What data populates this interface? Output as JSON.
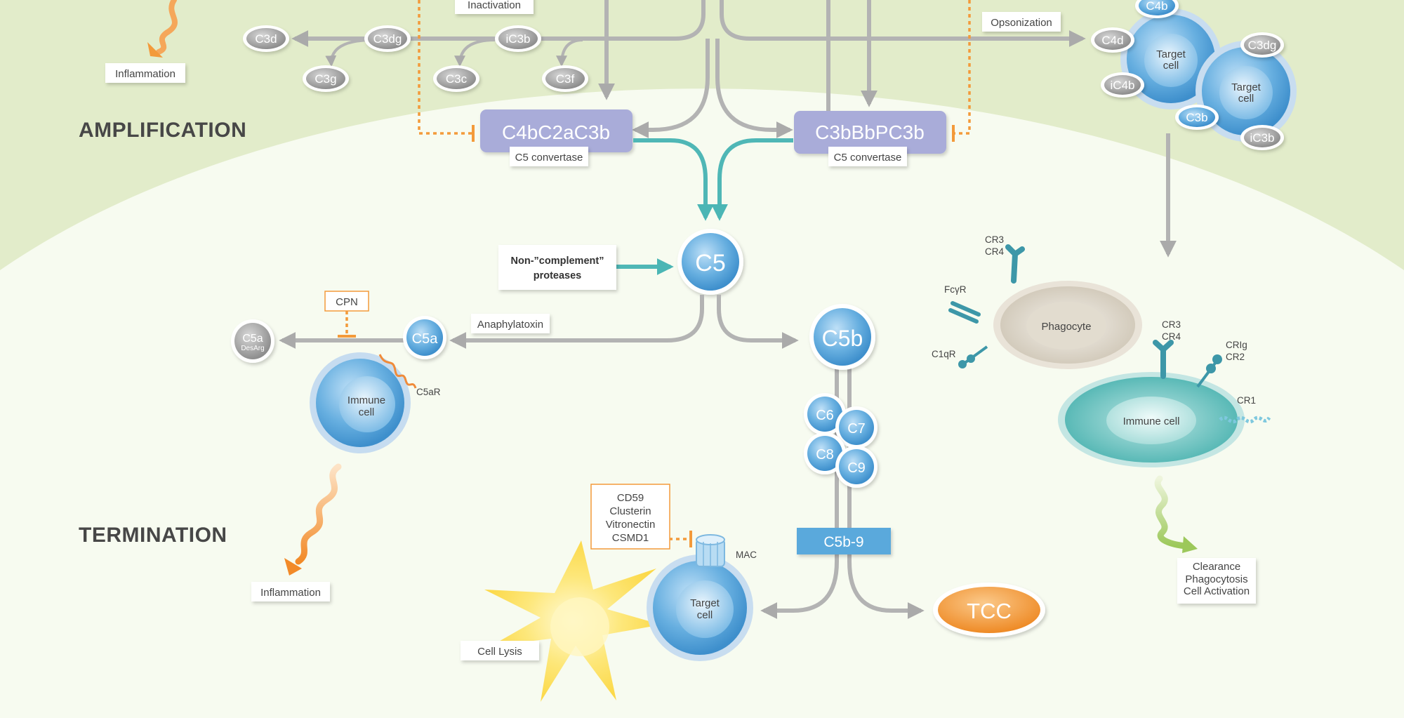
{
  "sections": {
    "amplification": "AMPLIFICATION",
    "termination": "TERMINATION"
  },
  "top": {
    "inactivation": "Inactivation",
    "opsonization": "Opsonization",
    "inflammation_top": "Inflammation",
    "fragments_row": [
      "C3d",
      "C3dg",
      "iC3b"
    ],
    "fragments_lower": [
      "C3g",
      "C3c",
      "C3f"
    ]
  },
  "convertases": {
    "classical": {
      "name": "C4bC2aC3b",
      "label": "C5 convertase"
    },
    "alternative": {
      "name": "C3bBbPC3b",
      "label": "C5 convertase"
    }
  },
  "c5": {
    "name": "C5",
    "proteases_line1": "Non-”complement”",
    "proteases_line2": "proteases"
  },
  "anaphylatoxin": {
    "label": "Anaphylatoxin",
    "c5a": "C5a",
    "c5a_desarg_top": "C5a",
    "c5a_desarg_bottom": "DesArg",
    "cpn": "CPN",
    "c5ar": "C5aR",
    "immune_cell": [
      "Immune",
      "cell"
    ],
    "inflammation": "Inflammation"
  },
  "mac": {
    "c5b": "C5b",
    "components": [
      "C6",
      "C7",
      "C8",
      "C9"
    ],
    "c5b9": "C5b-9",
    "regulators": [
      "CD59",
      "Clusterin",
      "Vitronectin",
      "CSMD1"
    ],
    "mac_label": "MAC",
    "target_cell": [
      "Target",
      "cell"
    ],
    "cell_lysis": "Cell Lysis",
    "tcc": "TCC"
  },
  "opsonized_cells": {
    "target_cell": [
      "Target",
      "cell"
    ],
    "markers_left": [
      "C4b",
      "C4d",
      "iC4b",
      "C3b"
    ],
    "markers_right": [
      "C3dg",
      "iC3b"
    ]
  },
  "phagocyte": {
    "name": "Phagocyte",
    "receptors": [
      "CR3",
      "CR4",
      "FcγR",
      "C1qR"
    ]
  },
  "immune_cell_right": {
    "name": "Immune cell",
    "receptors": [
      "CR3",
      "CR4",
      "CRIg",
      "CR2",
      "CR1"
    ],
    "outcome": [
      "Clearance",
      "Phagocytosis",
      "Cell Activation"
    ]
  },
  "colors": {
    "background_top": "#e3edcc",
    "background_bottom": "#f7fbf0",
    "convertase": "#a8abd8",
    "teal": "#52b9b9",
    "blue": "#5aa9dc",
    "orange": "#f39a3a",
    "gray": "#a6a6a6"
  }
}
